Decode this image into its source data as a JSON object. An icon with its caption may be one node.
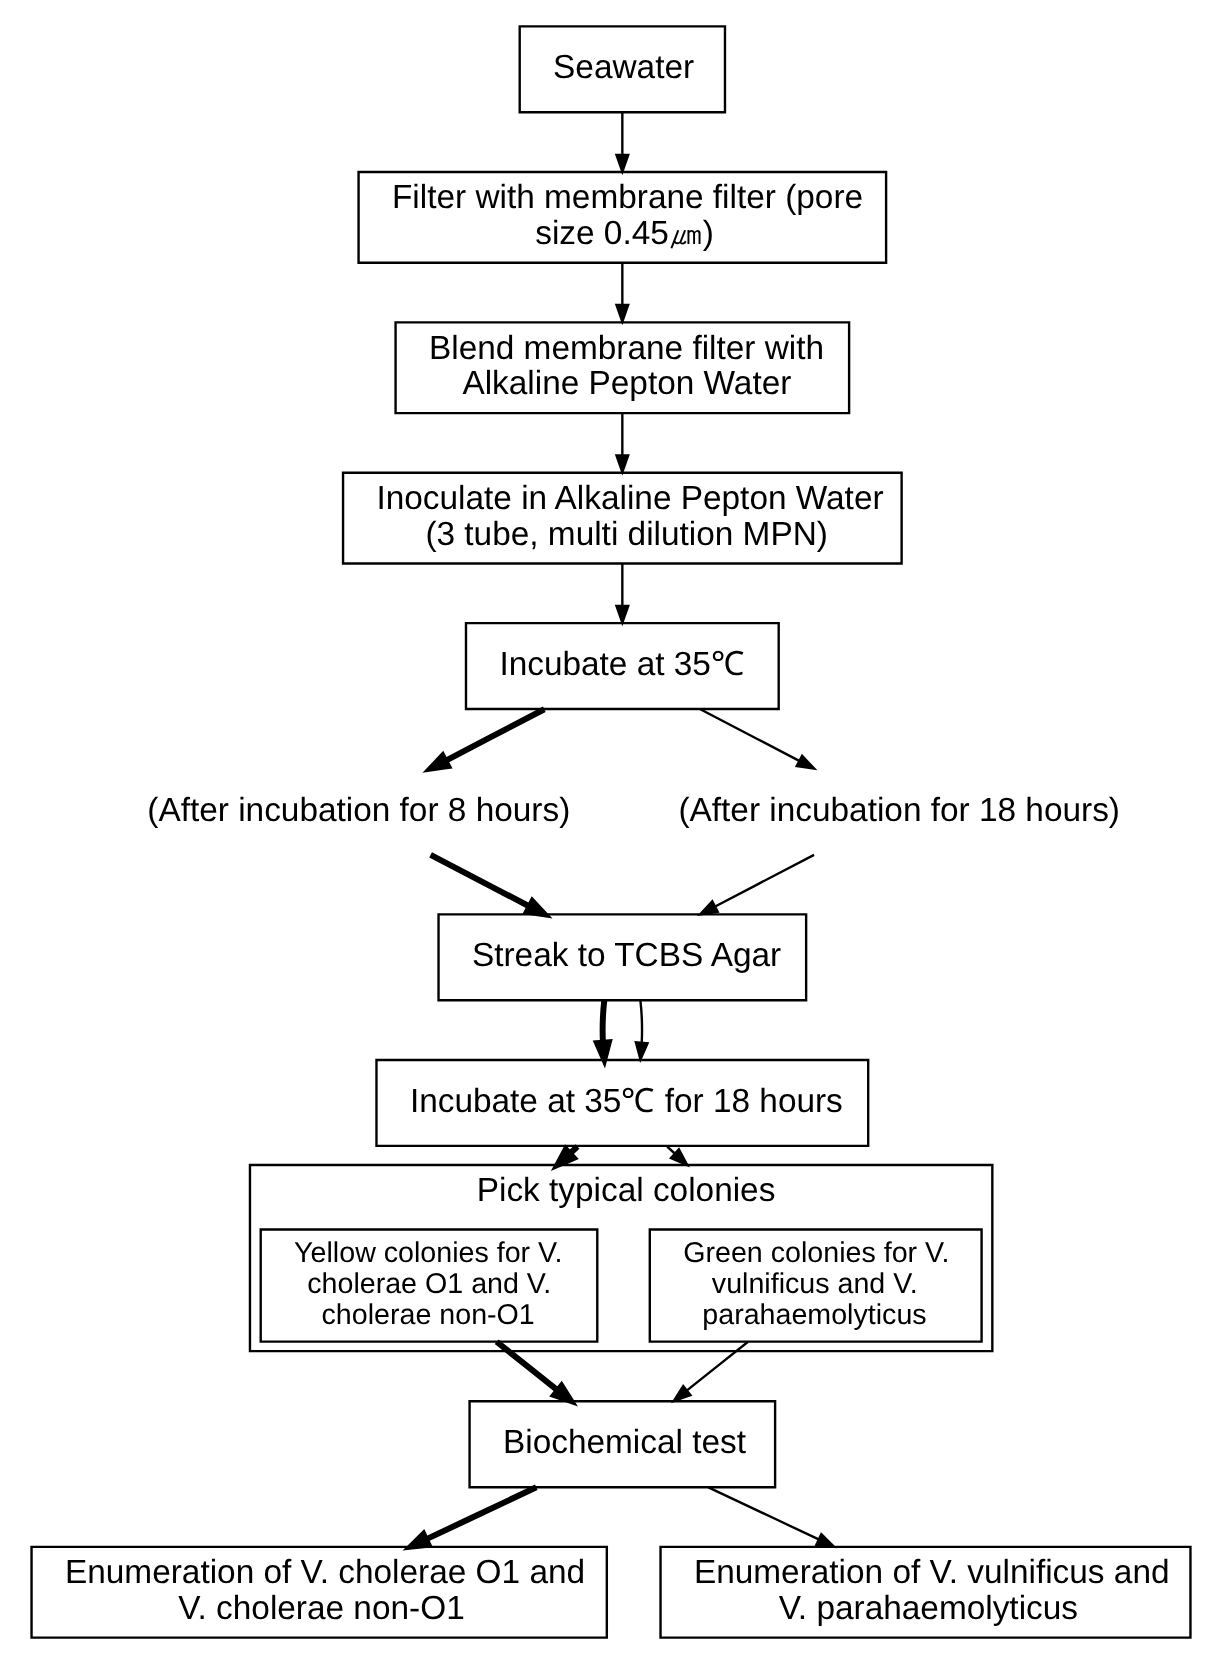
{
  "diagram": {
    "nodes": [
      {
        "text": [
          "Seawater"
        ]
      },
      {
        "text": [
          "Filter with membrane filter (pore size 0.45㎛)"
        ]
      },
      {
        "text": [
          "Blend membrane filter with Alkaline Pepton Water"
        ]
      },
      {
        "text": [
          "Inoculate in Alkaline Pepton Water (3 tube, multi dilution MPN)"
        ]
      },
      {
        "text": [
          "Incubate at 35℃"
        ]
      },
      {
        "text": [
          "(After incubation for 8 hours)"
        ]
      },
      {
        "text": [
          "(After incubation for 18 hours)"
        ]
      },
      {
        "text": [
          "Streak to TCBS Agar"
        ]
      },
      {
        "text": [
          "Incubate at 35℃ for 18 hours"
        ]
      },
      {
        "text": [
          "Pick typical colonies"
        ]
      },
      {
        "text": [
          "Yellow colonies for V. cholerae O1 and V. cholerae non-O1"
        ],
        "in": 9
      },
      {
        "text": [
          "Green colonies for V. vulnificus and V. parahaemolyticus"
        ],
        "in": 9
      },
      {
        "text": [
          "Biochemical test"
        ]
      },
      {
        "text": [
          "Enumeration of V. cholerae O1 and V. cholerae non-O1"
        ]
      },
      {
        "text": [
          "Enumeration of V. vulnificus and V. parahaemolyticus"
        ]
      }
    ],
    "edges": [
      {
        "from": 0,
        "to": 1,
        "arrow": "to"
      },
      {
        "from": 1,
        "to": 2,
        "arrow": "to"
      },
      {
        "from": 2,
        "to": 3,
        "arrow": "to"
      },
      {
        "from": 3,
        "to": 4,
        "arrow": "to"
      },
      {
        "from": 4,
        "to": 5,
        "arrow": "to",
        "style": "thick"
      },
      {
        "from": 4,
        "to": 6,
        "arrow": "to"
      },
      {
        "from": 5,
        "to": 7,
        "arrow": "to",
        "style": "thick"
      },
      {
        "from": 6,
        "to": 7,
        "arrow": "to"
      },
      {
        "from": 7,
        "to": 8,
        "arrow": "to",
        "style": "thick"
      },
      {
        "from": 7,
        "to": 8,
        "arrow": "to"
      },
      {
        "from": 8,
        "to": 9,
        "arrow": "to",
        "style": "thick"
      },
      {
        "from": 8,
        "to": 9,
        "arrow": "to"
      },
      {
        "from": 10,
        "to": 12,
        "arrow": "to",
        "style": "thick"
      },
      {
        "from": 11,
        "to": 12,
        "arrow": "to"
      },
      {
        "from": 12,
        "to": 13,
        "arrow": "to",
        "style": "thick"
      },
      {
        "from": 12,
        "to": 14,
        "arrow": "to"
      }
    ]
  }
}
